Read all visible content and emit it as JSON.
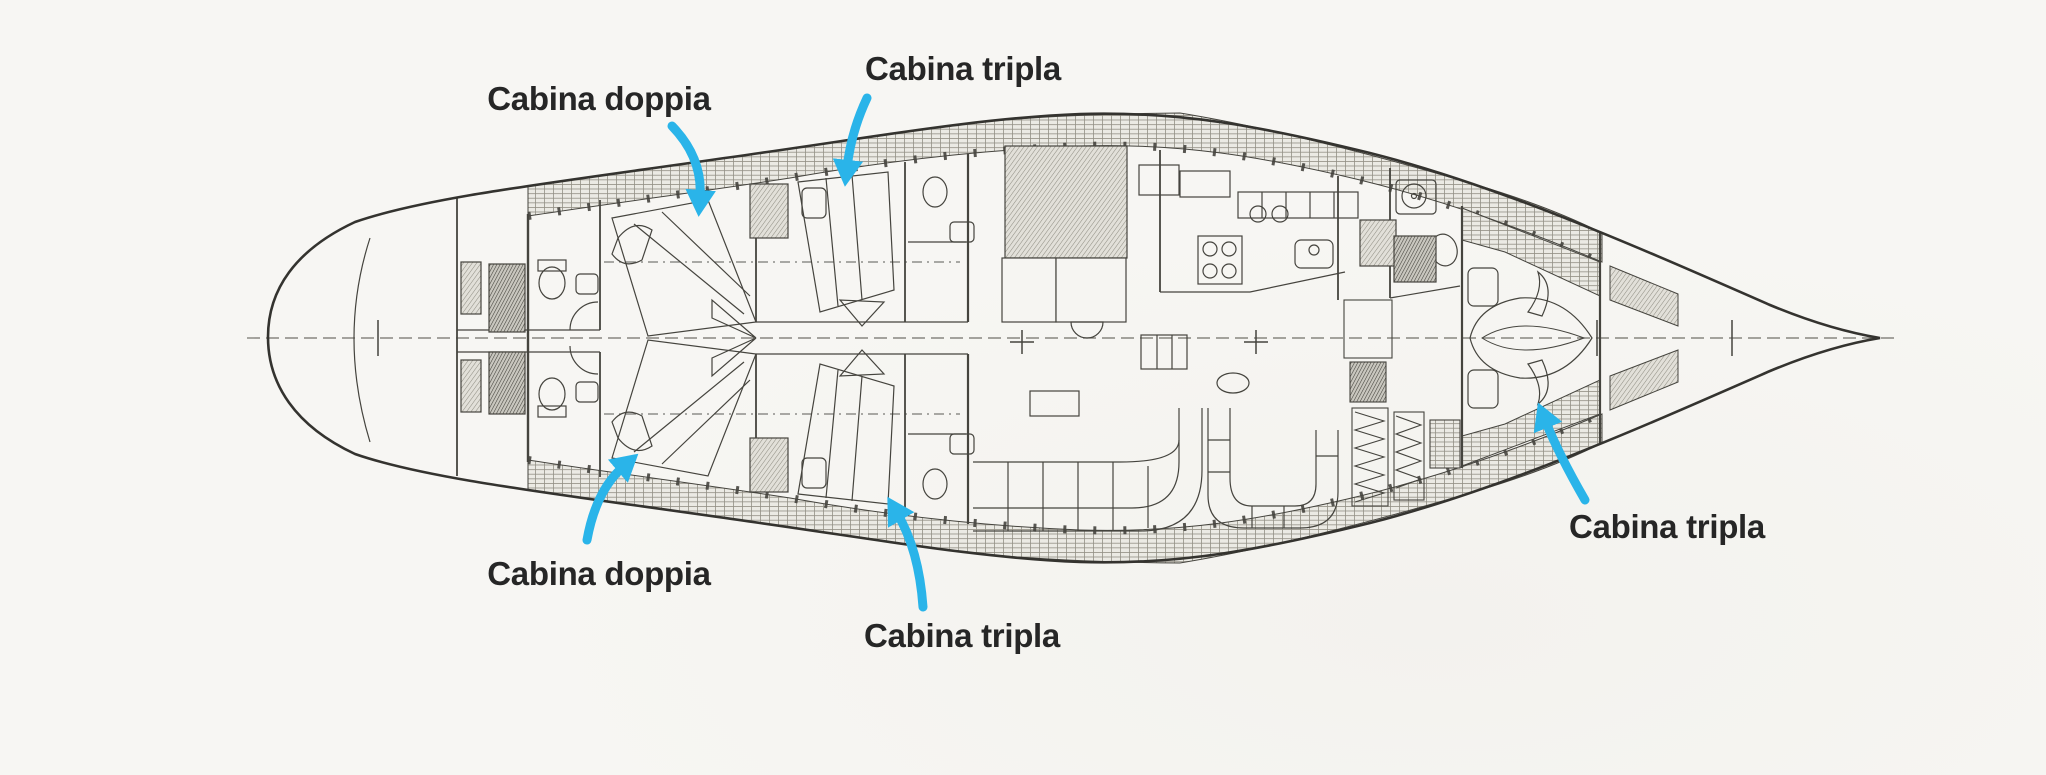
{
  "page": {
    "background_color": "#f7f6f3"
  },
  "diagram": {
    "type": "yacht-interior-deck-plan",
    "ink_color": "#45443e",
    "accent_color": "#2ab4e9",
    "label_color": "#262626",
    "annotations": [
      {
        "id": "cabina-doppia-top",
        "text": "Cabina doppia"
      },
      {
        "id": "cabina-tripla-top",
        "text": "Cabina tripla"
      },
      {
        "id": "cabina-doppia-bottom",
        "text": "Cabina doppia"
      },
      {
        "id": "cabina-tripla-bottom",
        "text": "Cabina tripla"
      },
      {
        "id": "cabina-tripla-bow",
        "text": "Cabina tripla"
      }
    ]
  }
}
